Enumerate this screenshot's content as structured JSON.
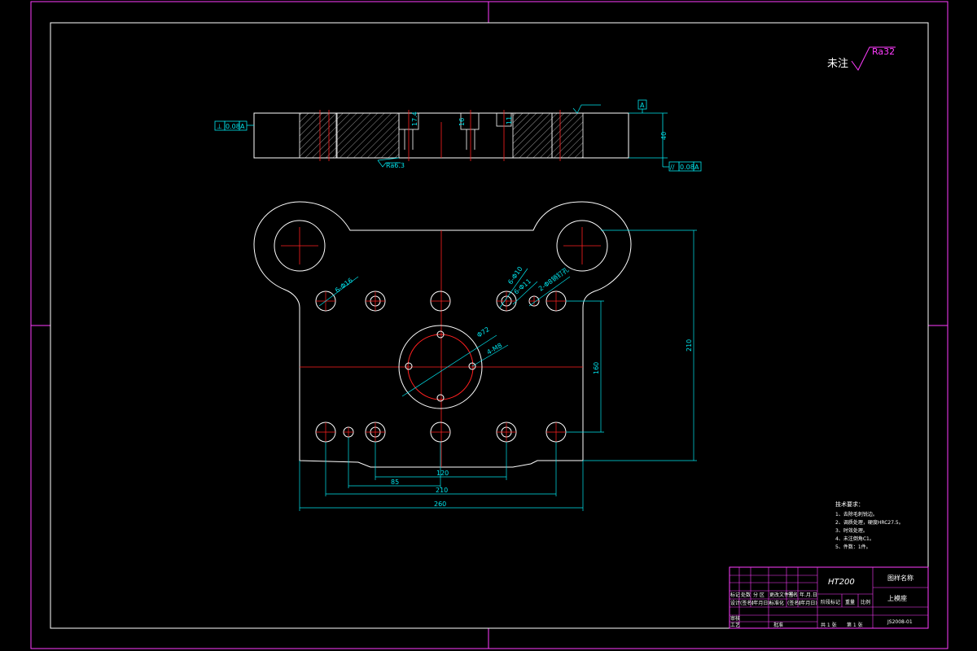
{
  "colors": {
    "background": "#000000",
    "frame": "#ff3cff",
    "outline": "#ffffff",
    "dimension": "#00e5ee",
    "centerline": "#ff2020"
  },
  "surface_finish": {
    "label": "未注",
    "value": "Ra32"
  },
  "side_view": {
    "datum_label": "A",
    "tol_left": {
      "symbol": "⊥",
      "value": "0.08",
      "datum": "A"
    },
    "tol_right": {
      "symbol": "//",
      "value": "0.08",
      "datum": "A"
    },
    "height_dim": "40",
    "small_dims": [
      "17.4",
      "16",
      "11"
    ],
    "finish_mark": "Ra6.3"
  },
  "plan_view": {
    "dims": {
      "h_120": "120",
      "h_85": "85",
      "h_210": "210",
      "h_260": "260",
      "v_160": "160",
      "v_210": "210"
    },
    "hole_labels": {
      "left": "6-Φ16",
      "right_a": "6-Φ10",
      "right_b": "6-Φ11",
      "right_c": "2-Φ8销钉孔",
      "bore": "Φ72",
      "bolt": "4-M8"
    }
  },
  "notes": {
    "title": "技术要求：",
    "items": [
      "1、去除毛刺锐边。",
      "2、调质处理，硬度HRC27.5。",
      "3、时效处理。",
      "4、未注倒角C1。",
      "5、件数：1件。"
    ]
  },
  "title_block": {
    "material": "HT200",
    "name_label": "图样名称",
    "part_name": "上模座",
    "drawing_no": "JS2008-01",
    "row_a": [
      "标记",
      "处数",
      "分 区",
      "更改文件号",
      "签名",
      "年.月.日"
    ],
    "row_b": [
      "设计",
      "(签名)",
      "(年月日)",
      "标准化",
      "(签名)",
      "(年月日)"
    ],
    "row_c": [
      "审核",
      "工艺",
      "批准"
    ],
    "stage_labels": [
      "阶段标记",
      "重量",
      "比例"
    ],
    "sheet_info": [
      "共 1 张",
      "第 1 张"
    ]
  }
}
